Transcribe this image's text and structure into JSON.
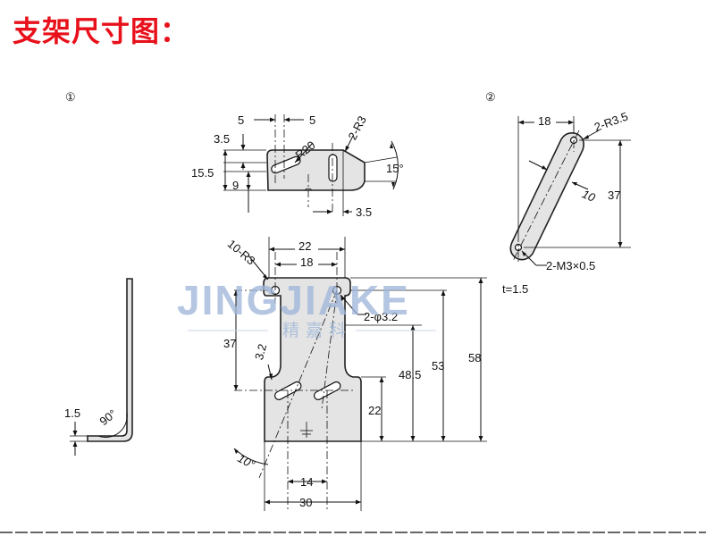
{
  "title": "支架尺寸图：",
  "view1": {
    "marker": "①",
    "top": {
      "d5a": "5",
      "d5b": "5",
      "d35": "3.5",
      "d155": "15.5",
      "d9": "9",
      "r20": "R20",
      "r3": "2-R3",
      "a15": "15°",
      "d35b": "3.5"
    },
    "side": {
      "t": "1.5",
      "angle": "90°"
    },
    "main": {
      "r3": "10-R3",
      "w22": "22",
      "w18": "18",
      "hole": "2-φ3.2",
      "h37": "37",
      "d32": "3.2",
      "h485": "48.5",
      "h53": "53",
      "h58": "58",
      "h22": "22",
      "a10": "10°",
      "w14": "14",
      "w30": "30"
    }
  },
  "view2": {
    "marker": "②",
    "w18": "18",
    "r35": "2-R3.5",
    "h37": "37",
    "w10": "10",
    "m3": "2-M3×0.5",
    "t": "t=1.5"
  },
  "watermark": {
    "latin": "JINGJIAKE",
    "cjk": "精嘉科"
  }
}
